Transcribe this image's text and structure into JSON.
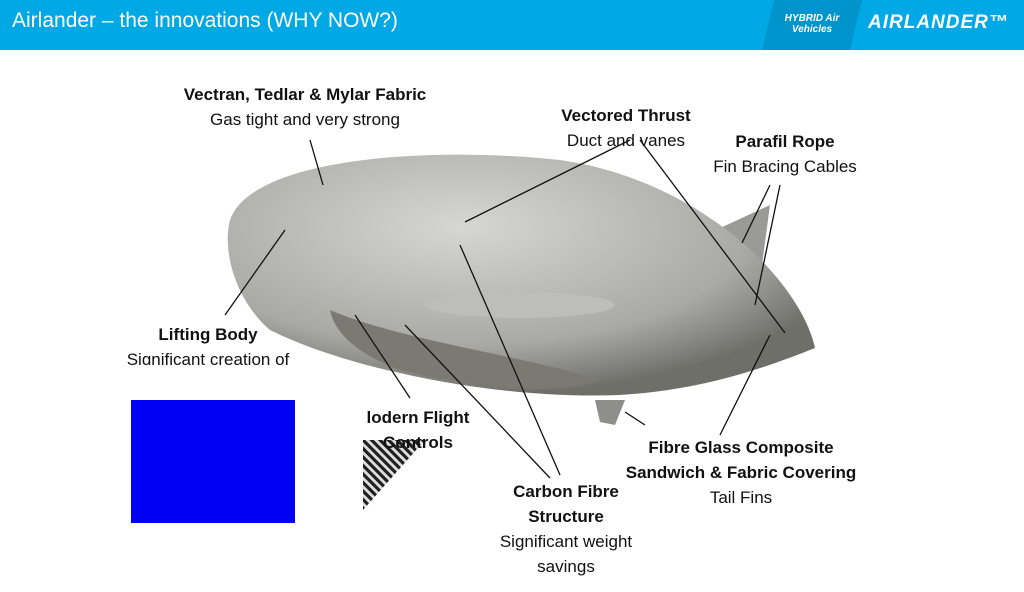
{
  "header": {
    "title": "Airlander – the innovations  (WHY NOW?)",
    "partner_logo": "HYBRID Air Vehicles",
    "brand_logo": "AIRLANDER™"
  },
  "labels": {
    "fabric": {
      "title": "Vectran, Tedlar & Mylar Fabric",
      "desc": "Gas tight and very strong"
    },
    "thrust": {
      "title": "Vectored Thrust",
      "desc": "Duct and vanes"
    },
    "rope": {
      "title": "Parafil Rope",
      "desc": "Fin Bracing Cables"
    },
    "lifting": {
      "title": "Lifting Body",
      "desc": "Significant creation of"
    },
    "flight": {
      "title": "lodern Flight",
      "desc": "Controls"
    },
    "carbon": {
      "title1": "Carbon Fibre",
      "title2": "Structure",
      "desc1": "Significant weight",
      "desc2": "savings"
    },
    "fibre": {
      "title1": "Fibre Glass Composite",
      "title2": "Sandwich & Fabric Covering",
      "desc": "Tail Fins"
    }
  },
  "colors": {
    "header": "#00a9e6",
    "overlay": "#0000f5"
  }
}
